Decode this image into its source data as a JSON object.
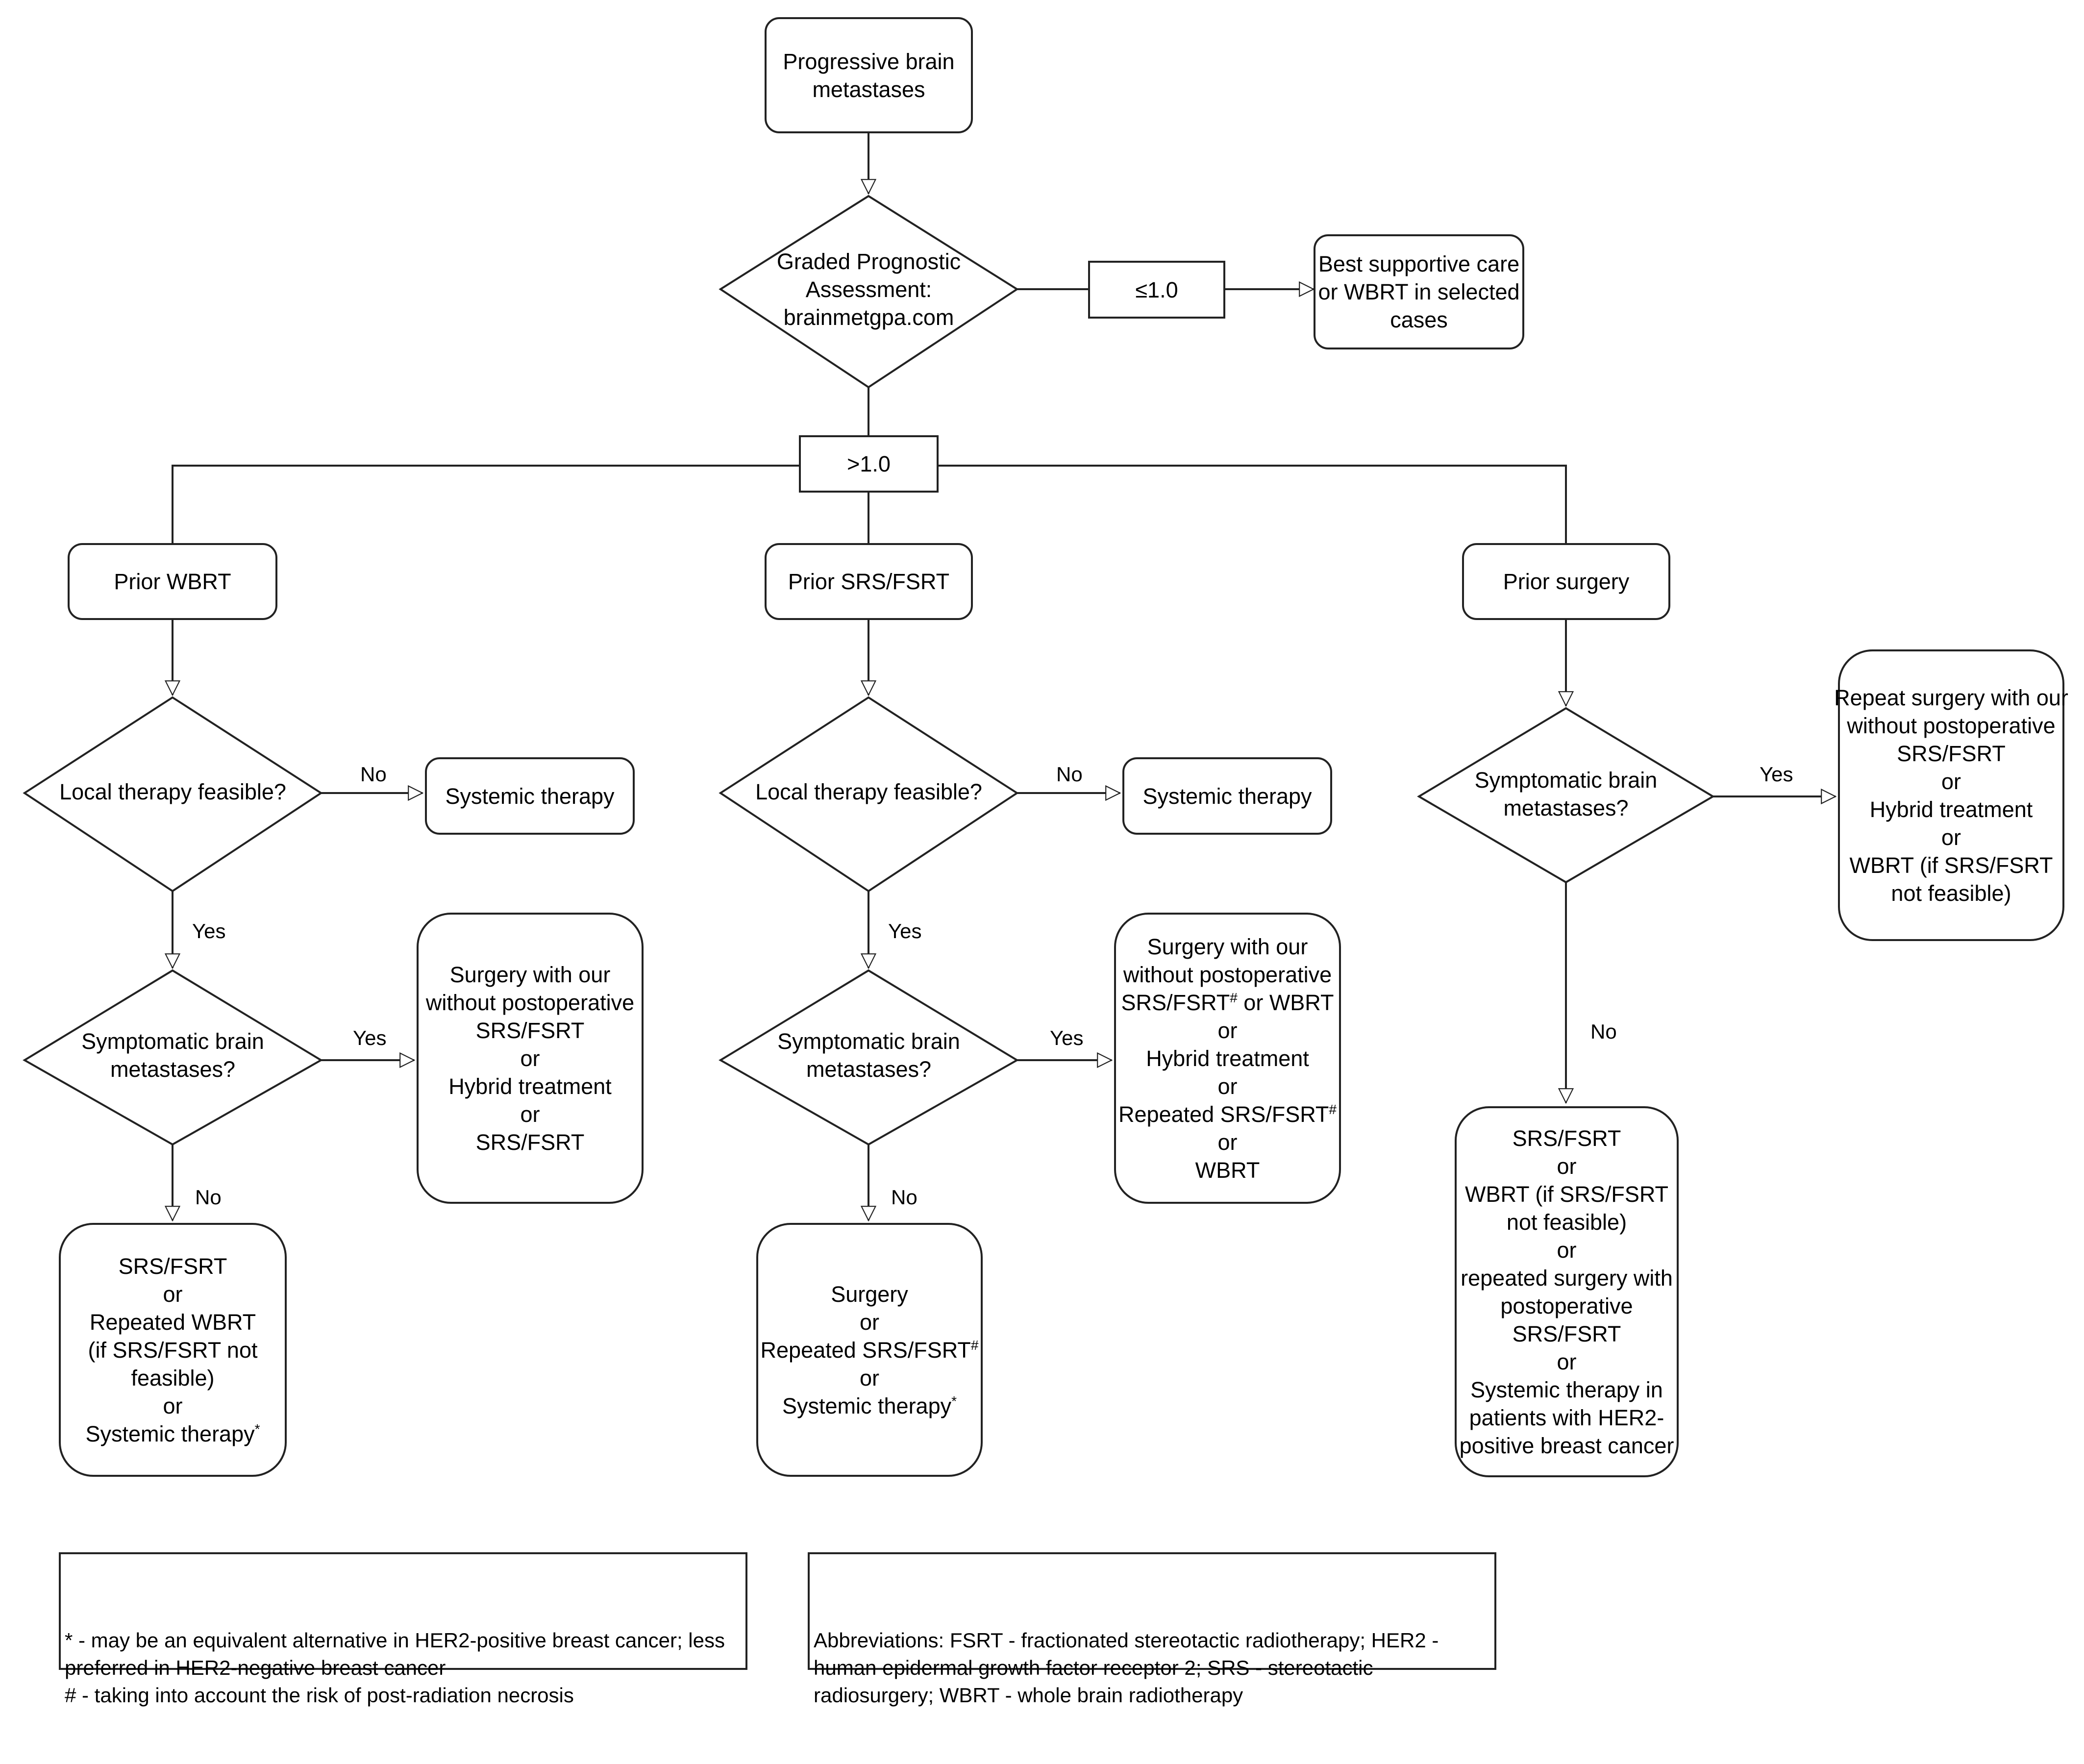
{
  "nodes": {
    "start": [
      "Progressive brain",
      "metastases"
    ],
    "gpa": [
      "Graded Prognostic",
      "Assessment:",
      "brainmetgpa.com"
    ],
    "le1": [
      "≤1.0"
    ],
    "best_care": [
      "Best supportive care",
      "or WBRT in selected",
      "cases"
    ],
    "gt1": [
      ">1.0"
    ],
    "prior_wbrt": [
      "Prior WBRT"
    ],
    "prior_srs": [
      "Prior SRS/FSRT"
    ],
    "prior_surgery": [
      "Prior surgery"
    ],
    "local_1": [
      "Local therapy feasible?"
    ],
    "systemic_1": [
      "Systemic therapy"
    ],
    "symp_1": [
      "Symptomatic brain",
      "metastases?"
    ],
    "surg_1": [
      "Surgery with our",
      "without postoperative",
      "SRS/FSRT",
      "or",
      "Hybrid treatment",
      "or",
      "SRS/FSRT"
    ],
    "srs_1": [
      "SRS/FSRT",
      "or",
      "Repeated WBRT",
      "(if SRS/FSRT not",
      "feasible)",
      "or",
      "Systemic therapy*"
    ],
    "local_2": [
      "Local therapy feasible?"
    ],
    "systemic_2": [
      "Systemic therapy"
    ],
    "symp_2": [
      "Symptomatic brain",
      "metastases?"
    ],
    "surg_2": [
      "Surgery with our",
      "without postoperative",
      "SRS/FSRT# or WBRT",
      "or",
      "Hybrid treatment",
      "or",
      "Repeated SRS/FSRT#",
      "or",
      "WBRT"
    ],
    "surgery_2": [
      "Surgery",
      "or",
      "Repeated SRS/FSRT#",
      "or",
      "Systemic therapy*"
    ],
    "symp_3": [
      "Symptomatic brain",
      "metastases?"
    ],
    "repeat_3": [
      "Repeat surgery with our",
      "without postoperative",
      "SRS/FSRT",
      "or",
      "Hybrid treatment",
      "or",
      "WBRT (if SRS/FSRT",
      "not feasible)"
    ],
    "srs_3": [
      "SRS/FSRT",
      "or",
      "WBRT (if SRS/FSRT",
      "not feasible)",
      "or",
      "repeated surgery with",
      "postoperative",
      "SRS/FSRT",
      "or",
      "Systemic therapy in",
      "patients with HER2-",
      "positive breast cancer"
    ]
  },
  "edge_labels": {
    "no": "No",
    "yes": "Yes"
  },
  "footnotes": [
    "* - may be an equivalent alternative in HER2-positive breast cancer; less",
    "preferred in HER2-negative breast cancer",
    "# - taking into account the risk of post-radiation necrosis"
  ],
  "abbreviations": [
    "Abbreviations: FSRT - fractionated stereotactic radiotherapy; HER2 -",
    "human epidermal growth factor receptor 2; SRS - stereotactic",
    "radiosurgery; WBRT - whole brain radiotherapy"
  ]
}
